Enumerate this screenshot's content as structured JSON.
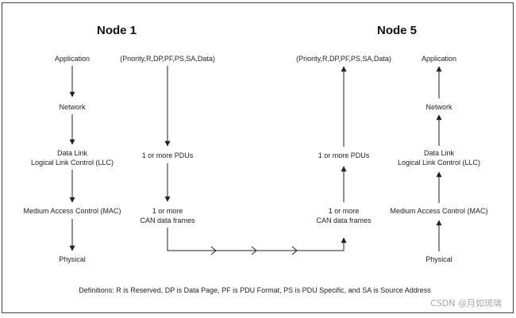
{
  "node1": {
    "title": "Node 1",
    "layers": {
      "application": "Application",
      "network": "Network",
      "data_link_1": "Data Link",
      "data_link_2": "Logical Link Control (LLC)",
      "mac": "Medium Access Control (MAC)",
      "physical": "Physical"
    },
    "flow": {
      "message": "(Priority,R,DP,PF,PS,SA,Data)",
      "pdus": "1 or more PDUs",
      "frames_1": "1 or more",
      "frames_2": "CAN data frames"
    }
  },
  "node5": {
    "title": "Node 5",
    "layers": {
      "application": "Application",
      "network": "Network",
      "data_link_1": "Data Link",
      "data_link_2": "Logical Link Control (LLC)",
      "mac": "Medium Access Control (MAC)",
      "physical": "Physical"
    },
    "flow": {
      "message": "(Priority,R,DP,PF,PS,SA,Data)",
      "pdus": "1 or more PDUs",
      "frames_1": "1 or more",
      "frames_2": "CAN data frames"
    }
  },
  "definitions": "Definitions:  R is Reserved, DP is Data Page, PF is PDU Format, PS is PDU Specific, and SA is Source Address",
  "watermark": "CSDN @月如琉璃",
  "colors": {
    "line": "#222222",
    "frame": "#444444",
    "text": "#222222",
    "watermark": "#a8a8a8"
  }
}
